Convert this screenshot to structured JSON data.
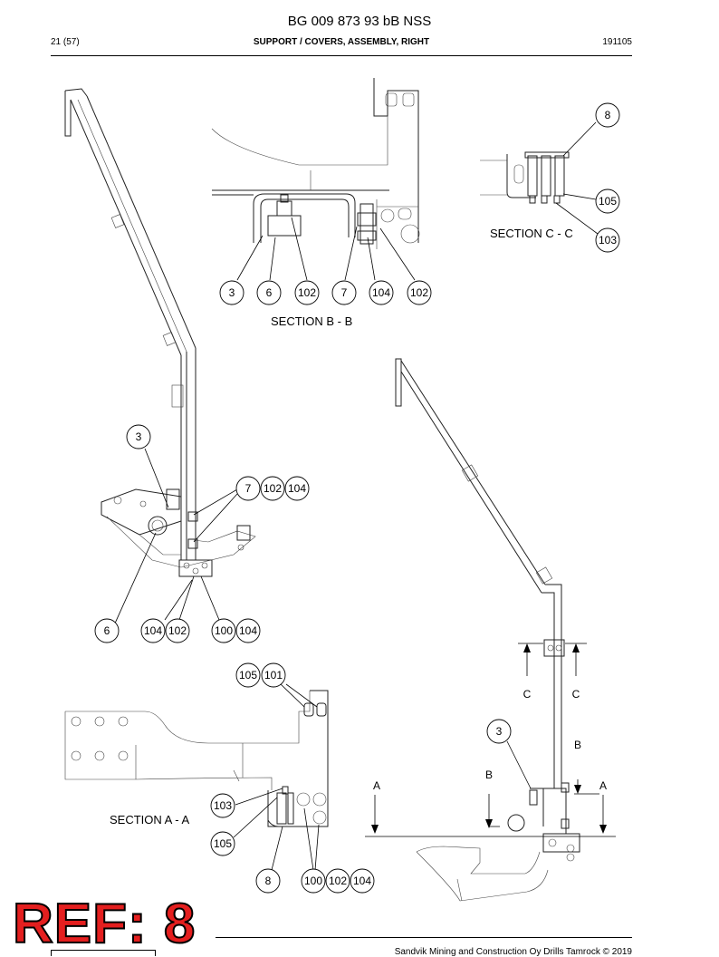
{
  "header": {
    "document_number": "BG 009 873 93 bB NSS",
    "page": "21 (57)",
    "title": "SUPPORT / COVERS, ASSEMBLY, RIGHT",
    "date": "191105"
  },
  "sections": {
    "a": "SECTION A - A",
    "b": "SECTION B - B",
    "c": "SECTION C - C"
  },
  "section_markers": {
    "a": "A",
    "b": "B",
    "c": "C"
  },
  "callouts": {
    "secb": [
      "3",
      "6",
      "102",
      "7",
      "104",
      "102"
    ],
    "secc": [
      "8",
      "105",
      "103"
    ],
    "main": [
      "3",
      "7",
      "102",
      "104",
      "6",
      "104",
      "102",
      "100",
      "104"
    ],
    "seca": [
      "105",
      "101",
      "103",
      "105",
      "8",
      "100",
      "102",
      "104"
    ],
    "side": [
      "3"
    ]
  },
  "watermark": "REF: 8",
  "footer": {
    "copyright": "Sandvik Mining and Construction Oy Drills Tamrock © 2019"
  }
}
